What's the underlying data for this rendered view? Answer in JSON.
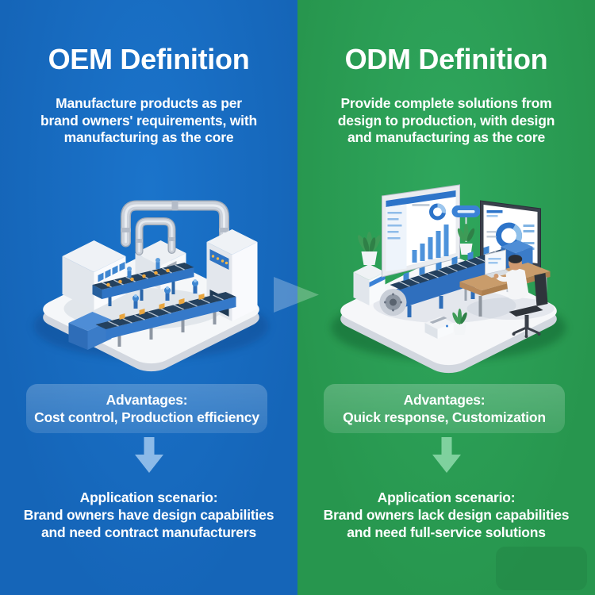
{
  "layout_colors": {
    "oem_background": "#1569BE",
    "odm_background": "#2A9C54",
    "text_color": "#FFFFFF",
    "oem_arrow_color": "#8CBAE8",
    "odm_arrow_color": "#7FD19E",
    "machinery_blue": "#2F74C4",
    "platform_white": "#F5F7F9"
  },
  "divider": {
    "icon": "right-triangle-arrow-icon"
  },
  "oem": {
    "title": "OEM Definition",
    "description": {
      "line1": "Manufacture products as per",
      "line2": "brand owners' requirements, with",
      "line3": "manufacturing as the core"
    },
    "illustration": "isometric-factory-production-line",
    "advantages": {
      "label": "Advantages:",
      "value": "Cost control, Production efficiency"
    },
    "scenario": {
      "label": "Application scenario:",
      "line1": "Brand owners have design capabilities",
      "line2": "and need contract manufacturers"
    }
  },
  "odm": {
    "title": "ODM Definition",
    "description": {
      "line1": "Provide complete solutions from",
      "line2": "design to production, with design",
      "line3": "and manufacturing as the core"
    },
    "illustration": "isometric-design-workstation",
    "advantages": {
      "label": "Advantages:",
      "value": "Quick response, Customization"
    },
    "scenario": {
      "label": "Application scenario:",
      "line1": "Brand owners lack design capabilities",
      "line2": "and need full-service solutions"
    }
  }
}
